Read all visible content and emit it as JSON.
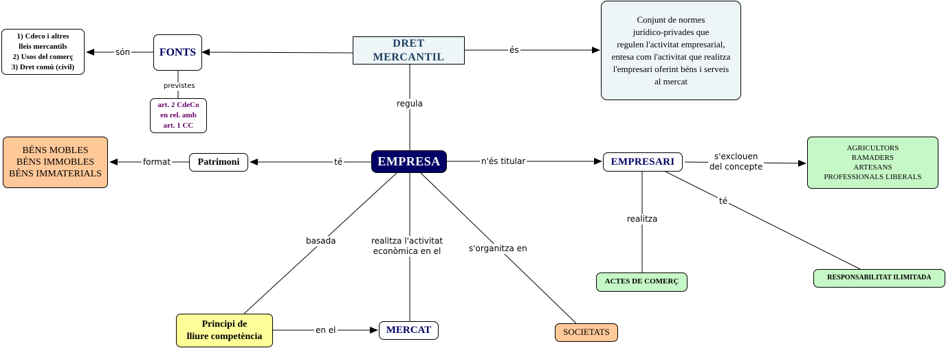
{
  "nodes": {
    "dret_mercantil": "DRET MERCANTIL",
    "definicio": "Conjunt de normes\njurídico-privades que\nregulen l'activitat empresarial,\nentesa com l'activitat que realitza\nl'empresari oferint béns i serveis\nal mercat",
    "fonts": "FONTS",
    "llista_fonts": "1) Cdeco i altres\nlleis mercantils\n2) Usos del comerç\n3) Dret comú (civil)",
    "articles": "art. 2 CdeCo\nen rel. amb\nart. 1 CC",
    "empresa": "EMPRESA",
    "patrimoni": "Patrimoni",
    "bens": "BÉNS MOBLES\nBÉNS IMMOBLES\nBÉNS IMMATERIALS",
    "empresari": "EMPRESARI",
    "exclosos": "AGRICULTORS\nRAMADERS\nARTESANS\nPROFESSIONALS LIBERALS",
    "actes": "ACTES DE COMERÇ",
    "responsabilitat": "RESPONSABILITAT ILIMITADA",
    "principi": "Principi de\nlliure competència",
    "mercat": "MERCAT",
    "societats": "SOCIETATS"
  },
  "links": {
    "es": "és",
    "son": "són",
    "previstes": "previstes",
    "regula": "regula",
    "te_patrimoni": "té",
    "format": "format",
    "nes_titular": "n'és titular",
    "sexclouen": "s'exclouen\ndel concepte",
    "realitza": "realitza",
    "te_resp": "té",
    "basada": "basada",
    "realitza_activitat": "realitza l'activitat\neconòmica en el",
    "sorganitza": "s'organitza en",
    "en_el": "en el"
  },
  "colors": {
    "navy": "#000066",
    "purple": "#660066",
    "node_light": "#eef5f7",
    "orange": "#ffc898",
    "green": "#c6f7c6",
    "yellow": "#ffff99"
  }
}
